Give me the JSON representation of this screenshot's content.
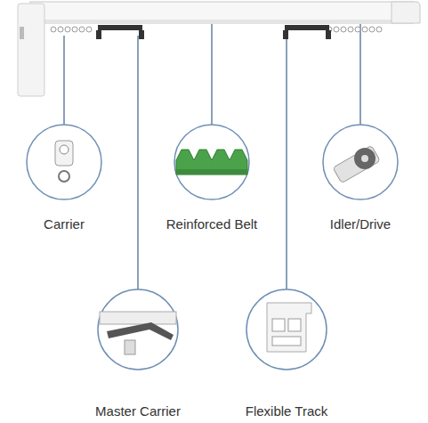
{
  "diagram": {
    "labels": [
      "Carrier",
      "Reinforced Belt",
      "Idler/Drive",
      "Master Carrier",
      "Flexible Track"
    ]
  }
}
